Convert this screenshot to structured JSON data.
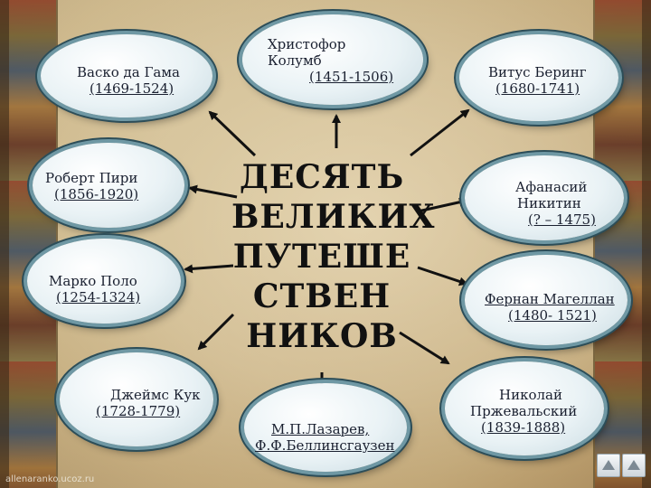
{
  "title_lines": [
    "ДЕСЯТЬ",
    "ВЕЛИКИХ",
    "ПУТЕШЕ",
    "СТВЕН",
    "НИКОВ"
  ],
  "travelers": {
    "vasco": {
      "name": "Васко да Гама",
      "years": "(1469-1524)"
    },
    "columbus": {
      "name1": "Христофор",
      "name2": "Колумб",
      "years": "(1451-1506)"
    },
    "bering": {
      "name": "Витус Беринг",
      "years": "(1680-1741)"
    },
    "peary": {
      "name": "Роберт Пири",
      "years": "(1856-1920)"
    },
    "nikitin": {
      "name1": "Афанасий",
      "name2": "Никитин",
      "years": "(? – 1475)"
    },
    "polo": {
      "name": "Марко Поло",
      "years": "(1254-1324)"
    },
    "magellan": {
      "name": "Фернан Магеллан",
      "years": "(1480- 1521)"
    },
    "cook": {
      "name": "Джеймс Кук",
      "years": "(1728-1779)"
    },
    "lazarev": {
      "name1": "М.П.Лазарев,",
      "name2": "Ф.Ф.Беллинсгаузен"
    },
    "przhevalsky": {
      "name1": "Николай",
      "name2": "Пржевальский",
      "years": "(1839-1888)"
    }
  },
  "watermark": "allenaranko.ucoz.ru",
  "nav": {
    "back_icon": "triangle-up-icon",
    "forward_icon": "triangle-up-icon"
  }
}
